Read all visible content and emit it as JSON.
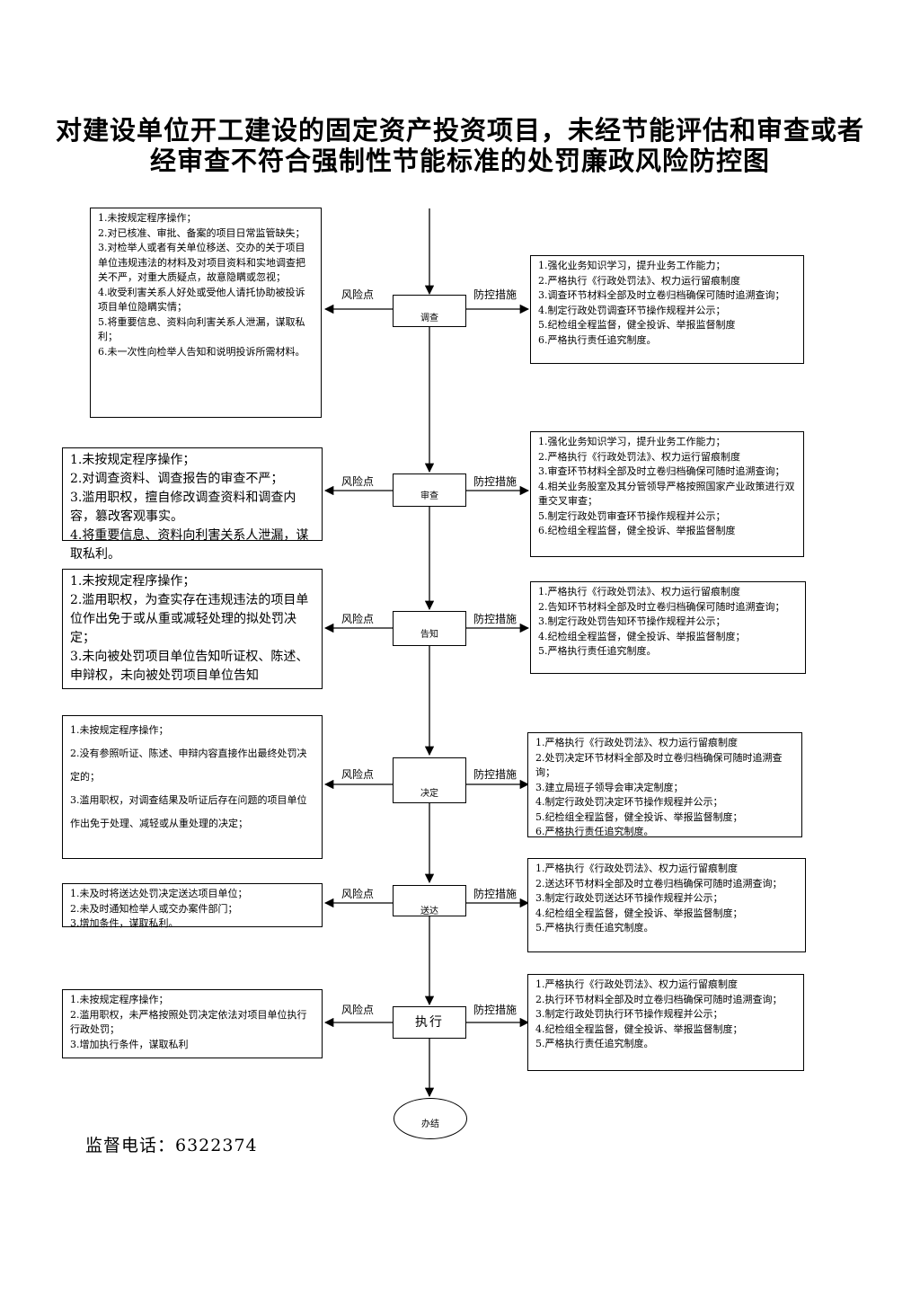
{
  "title": {
    "line1": "对建设单位开工建设的固定资产投资项目，未经节能评估和审查或者",
    "line2": "经审查不符合强制性节能标准的处罚廉政风险防控图"
  },
  "labels": {
    "risk": "风险点",
    "measure": "防控措施"
  },
  "steps": [
    {
      "name": "调查",
      "risks": "1.未按规定程序操作；\n2.对已核准、审批、备案的项目日常监管缺失；\n3.对检举人或者有关单位移送、交办的关于项目单位违规违法的材料及对项目资料和实地调查把关不严，对重大质疑点，故意隐瞒或忽视；\n4.收受利害关系人好处或受他人请托协助被投诉项目单位隐瞒实情；\n5.将重要信息、资料向利害关系人泄漏，谋取私利；\n6.未一次性向检举人告知和说明投诉所需材料。",
      "measures": "1.强化业务知识学习，提升业务工作能力；\n2.严格执行《行政处罚法》、权力运行留痕制度\n3.调查环节材料全部及时立卷归档确保可随时追溯查询；\n4.制定行政处罚调查环节操作规程并公示；\n5.纪检组全程监督，健全投诉、举报监督制度\n6.严格执行责任追究制度。"
    },
    {
      "name": "审查",
      "risks": "1.未按规定程序操作；\n2.对调查资料、调查报告的审查不严；\n3.滥用职权，擅自修改调查资料和调查内容，篡改客观事实。\n4.将重要信息、资料向利害关系人泄漏，谋取私利。",
      "measures": "1.强化业务知识学习，提升业务工作能力；\n2.严格执行《行政处罚法》、权力运行留痕制度\n3.审查环节材料全部及时立卷归档确保可随时追溯查询；\n4.相关业务股室及其分管领导严格按照国家产业政策进行双重交叉审查；\n5.制定行政处罚审查环节操作规程并公示；\n6.纪检组全程监督，健全投诉、举报监督制度"
    },
    {
      "name": "告知",
      "risks": "1.未按规定程序操作；\n2.滥用职权，为查实存在违规违法的项目单位作出免于或从重或减轻处理的拟处罚决定；\n3.未向被处罚项目单位告知听证权、陈述、申辩权，未向被处罚项目单位告知",
      "measures": "1.严格执行《行政处罚法》、权力运行留痕制度\n2.告知环节材料全部及时立卷归档确保可随时追溯查询；\n3.制定行政处罚告知环节操作规程并公示；\n4.纪检组全程监督，健全投诉、举报监督制度；\n5.严格执行责任追究制度。"
    },
    {
      "name": "决定",
      "risks": "1.未按规定程序操作；\n2.没有参照听证、陈述、申辩内容直接作出最终处罚决定的；\n3.滥用职权，对调查结果及听证后存在问题的项目单位作出免于处理、减轻或从重处理的决定；",
      "measures": "1.严格执行《行政处罚法》、权力运行留痕制度\n2.处罚决定环节材料全部及时立卷归档确保可随时追溯查询；\n3.建立局班子领导会审决定制度；\n4.制定行政处罚决定环节操作规程并公示；\n5.纪检组全程监督，健全投诉、举报监督制度；\n6.严格执行责任追究制度。"
    },
    {
      "name": "送达",
      "risks": "1.未及时将送达处罚决定送达项目单位；\n2.未及时通知检举人或交办案件部门；\n3.增加条件，谋取私利。",
      "measures": "1.严格执行《行政处罚法》、权力运行留痕制度\n2.送达环节材料全部及时立卷归档确保可随时追溯查询；\n3.制定行政处罚送达环节操作规程并公示；\n4.纪检组全程监督，健全投诉、举报监督制度；\n5.严格执行责任追究制度。"
    },
    {
      "name": "执行",
      "risks": "1.未按规定程序操作；\n2.滥用职权，未严格按照处罚决定依法对项目单位执行行政处罚；\n3.增加执行条件，谋取私利",
      "measures": "1.严格执行《行政处罚法》、权力运行留痕制度\n2.执行环节材料全部及时立卷归档确保可随时追溯查询；\n3.制定行政处罚执行环节操作规程并公示；\n4.纪检组全程监督，健全投诉、举报监督制度；\n5.严格执行责任追究制度。"
    }
  ],
  "end": "办结",
  "hotline": "监督电话：6322374"
}
